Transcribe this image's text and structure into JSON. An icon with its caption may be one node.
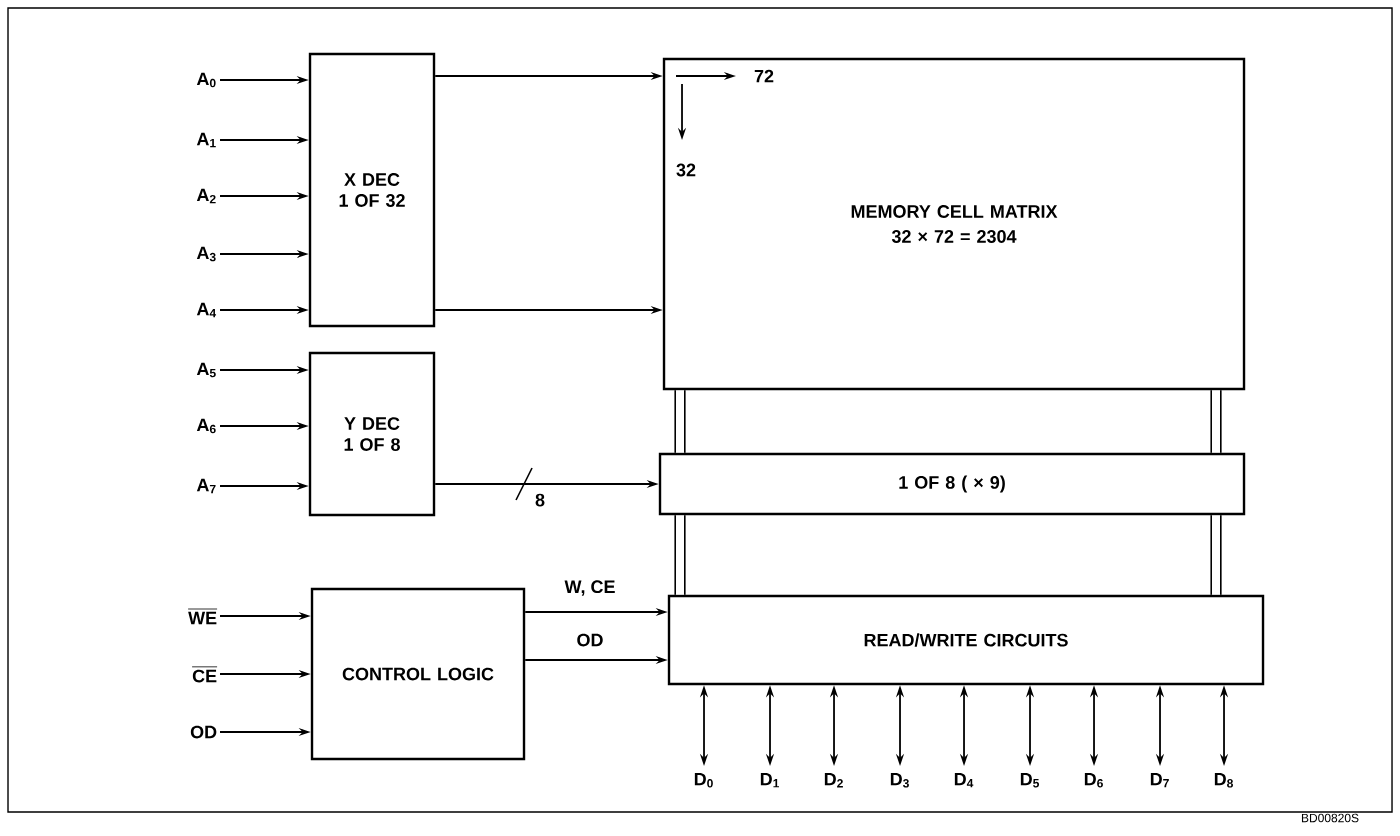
{
  "diagram": {
    "nodes": [
      {
        "text": [
          "X DEC 1 OF 32"
        ]
      },
      {
        "text": [
          "Y DEC 1 OF 8"
        ]
      },
      {
        "text": [
          "CONTROL LOGIC"
        ]
      },
      {
        "text": [
          "MEMORY CELL MATRIX",
          "32 × 72 = 2304"
        ]
      },
      {
        "text": [
          "1 OF 8 ( × 9)"
        ]
      },
      {
        "text": [
          "READ/WRITE CIRCUITS"
        ]
      },
      {
        "text": [
          "A$_{0}$"
        ]
      },
      {
        "text": [
          "A$_{1}$"
        ]
      },
      {
        "text": [
          "A$_{2}$"
        ]
      },
      {
        "text": [
          "A$_{3}$"
        ]
      },
      {
        "text": [
          "A$_{4}$"
        ]
      },
      {
        "text": [
          "A$_{5}$"
        ]
      },
      {
        "text": [
          "A$_{6}$"
        ]
      },
      {
        "text": [
          "A$_{7}$"
        ]
      },
      {
        "text": [
          "\\overline{\\textbf{WE}}"
        ]
      },
      {
        "text": [
          "\\overline{\\textbf{CE}}"
        ]
      },
      {
        "text": [
          "OD"
        ]
      },
      {
        "text": [
          "D$_{0}$"
        ]
      },
      {
        "text": [
          "D$_{1}$"
        ]
      },
      {
        "text": [
          "D$_{2}$"
        ]
      },
      {
        "text": [
          "D$_{3}$"
        ]
      },
      {
        "text": [
          "D$_{4}$"
        ]
      },
      {
        "text": [
          "D$_{5}$"
        ]
      },
      {
        "text": [
          "D$_{6}$"
        ]
      },
      {
        "text": [
          "D$_{7}$"
        ]
      },
      {
        "text": [
          "D$_{8}$"
        ]
      }
    ],
    "edges": [
      {
        "from": 6,
        "to": 0,
        "arrow": "to"
      },
      {
        "from": 7,
        "to": 0,
        "arrow": "to"
      },
      {
        "from": 8,
        "to": 0,
        "arrow": "to"
      },
      {
        "from": 9,
        "to": 0,
        "arrow": "to"
      },
      {
        "from": 10,
        "to": 0,
        "arrow": "to"
      },
      {
        "from": 11,
        "to": 1,
        "arrow": "to"
      },
      {
        "from": 12,
        "to": 1,
        "arrow": "to"
      },
      {
        "from": 13,
        "to": 1,
        "arrow": "to"
      },
      {
        "from": 14,
        "to": 2,
        "arrow": "to"
      },
      {
        "from": 15,
        "to": 2,
        "arrow": "to"
      },
      {
        "from": 16,
        "to": 2,
        "arrow": "to"
      },
      {
        "from": 0,
        "to": 3,
        "arrow": "to"
      },
      {
        "from": 0,
        "to": 3,
        "arrow": "to"
      },
      {
        "from": 1,
        "to": 4,
        "arrow": "to",
        "label": "8"
      },
      {
        "from": 2,
        "to": 5,
        "arrow": "to",
        "label": "W, CE"
      },
      {
        "from": 2,
        "to": 5,
        "arrow": "to",
        "label": "OD"
      },
      {
        "from": 3,
        "to": 4,
        "arrow": "none",
        "style": "thick"
      },
      {
        "from": 3,
        "to": 4,
        "arrow": "none",
        "style": "thick"
      },
      {
        "from": 4,
        "to": 5,
        "arrow": "none",
        "style": "thick"
      },
      {
        "from": 4,
        "to": 5,
        "arrow": "none",
        "style": "thick"
      },
      {
        "from": 5,
        "to": 17,
        "arrow": "both"
      },
      {
        "from": 5,
        "to": 18,
        "arrow": "both"
      },
      {
        "from": 5,
        "to": 19,
        "arrow": "both"
      },
      {
        "from": 5,
        "to": 20,
        "arrow": "both"
      },
      {
        "from": 5,
        "to": 21,
        "arrow": "both"
      },
      {
        "from": 5,
        "to": 22,
        "arrow": "both"
      },
      {
        "from": 5,
        "to": 23,
        "arrow": "both"
      },
      {
        "from": 5,
        "to": 24,
        "arrow": "both"
      },
      {
        "from": 5,
        "to": 25,
        "arrow": "both"
      }
    ],
    "labels": [
      "72",
      "32",
      "BD00820S"
    ]
  }
}
